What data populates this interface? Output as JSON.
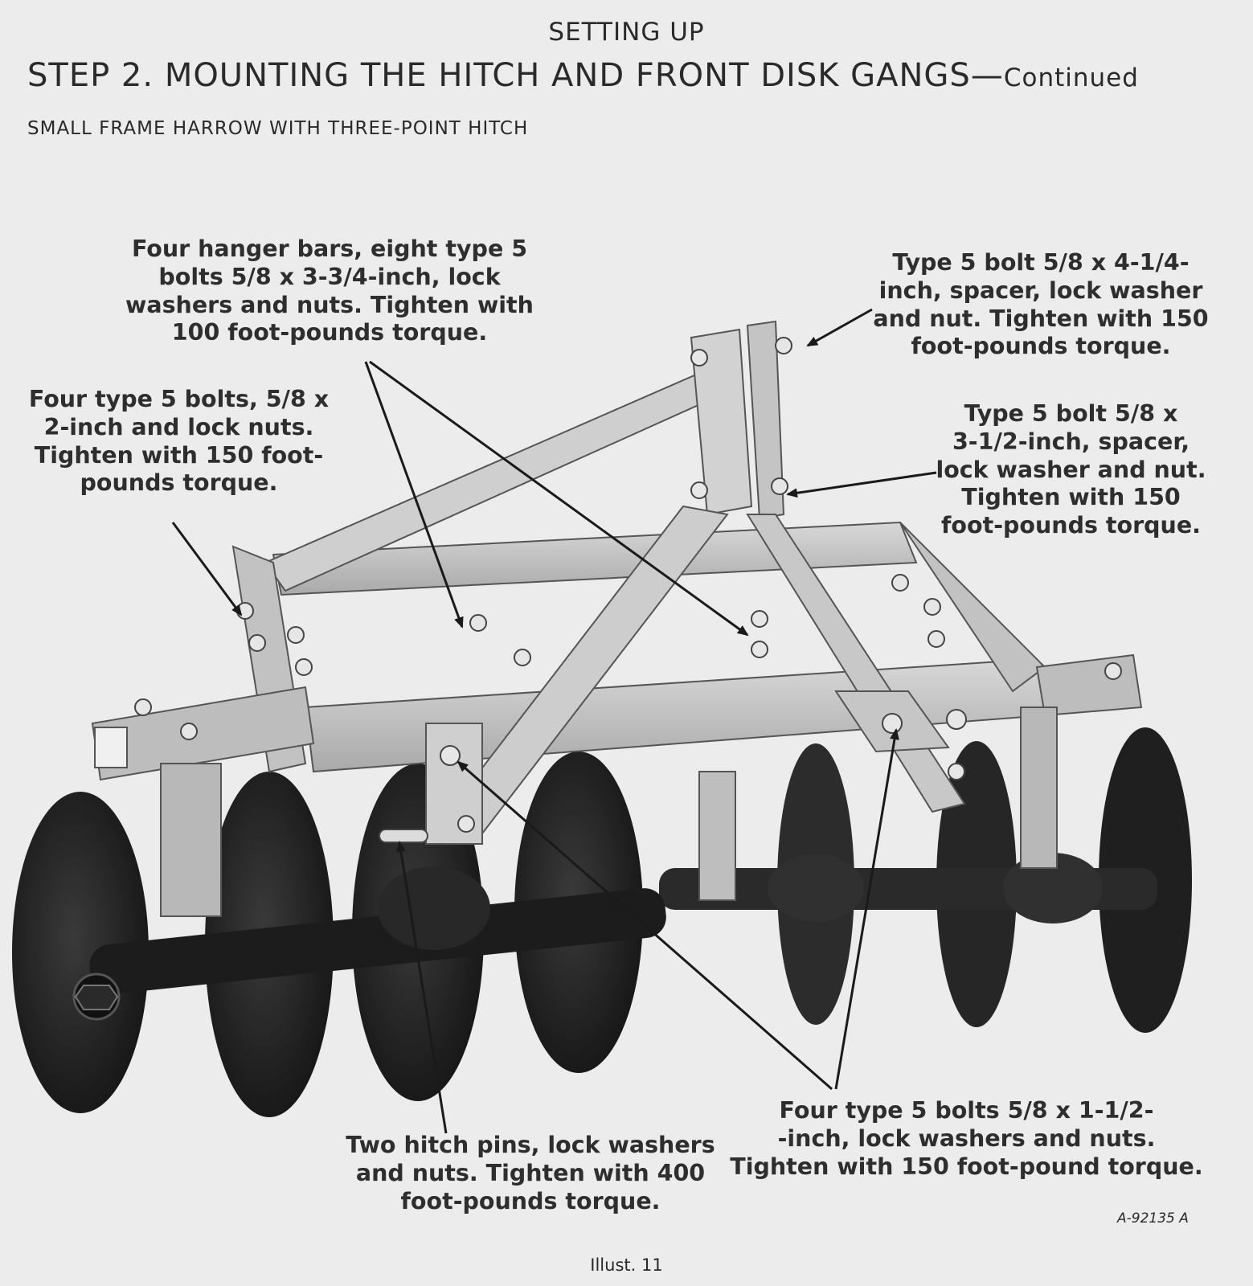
{
  "header": {
    "section": "SETTING UP",
    "step": "STEP 2. MOUNTING THE HITCH AND FRONT DISK GANGS—",
    "continued": "Continued",
    "subtitle": "SMALL FRAME HARROW WITH THREE-POINT HITCH"
  },
  "callouts": {
    "hanger_bars": [
      "Four hanger bars, eight type 5",
      "bolts 5/8 x 3-3/4-inch, lock",
      "washers and nuts. Tighten with",
      "100 foot-pounds torque."
    ],
    "bolt_4_1_4": [
      "Type 5 bolt 5/8 x 4-1/4-",
      "inch, spacer, lock washer",
      "and nut. Tighten with 150",
      "foot-pounds torque."
    ],
    "bolts_2_inch": [
      "Four type 5 bolts, 5/8 x",
      "2-inch and lock nuts.",
      "Tighten with 150 foot-",
      "pounds torque."
    ],
    "bolt_3_1_2": [
      "Type 5 bolt 5/8 x",
      "3-1/2-inch, spacer,",
      "lock washer and nut.",
      "Tighten with 150",
      "foot-pounds torque."
    ],
    "bolts_1_1_2": [
      "Four type 5 bolts 5/8 x 1-1/2-",
      "-inch, lock washers and nuts.",
      "Tighten with 150 foot-pound torque."
    ],
    "hitch_pins": [
      "Two hitch pins, lock washers",
      "and nuts. Tighten with 400",
      "foot-pounds torque."
    ]
  },
  "figure": {
    "reference": "A-92135 A",
    "caption": "Illust. 11"
  },
  "colors": {
    "background": "#ececec",
    "text": "#2e2e2e",
    "frame": "#c9c9c9",
    "frame_edge": "#555555",
    "disk": "#222222"
  }
}
